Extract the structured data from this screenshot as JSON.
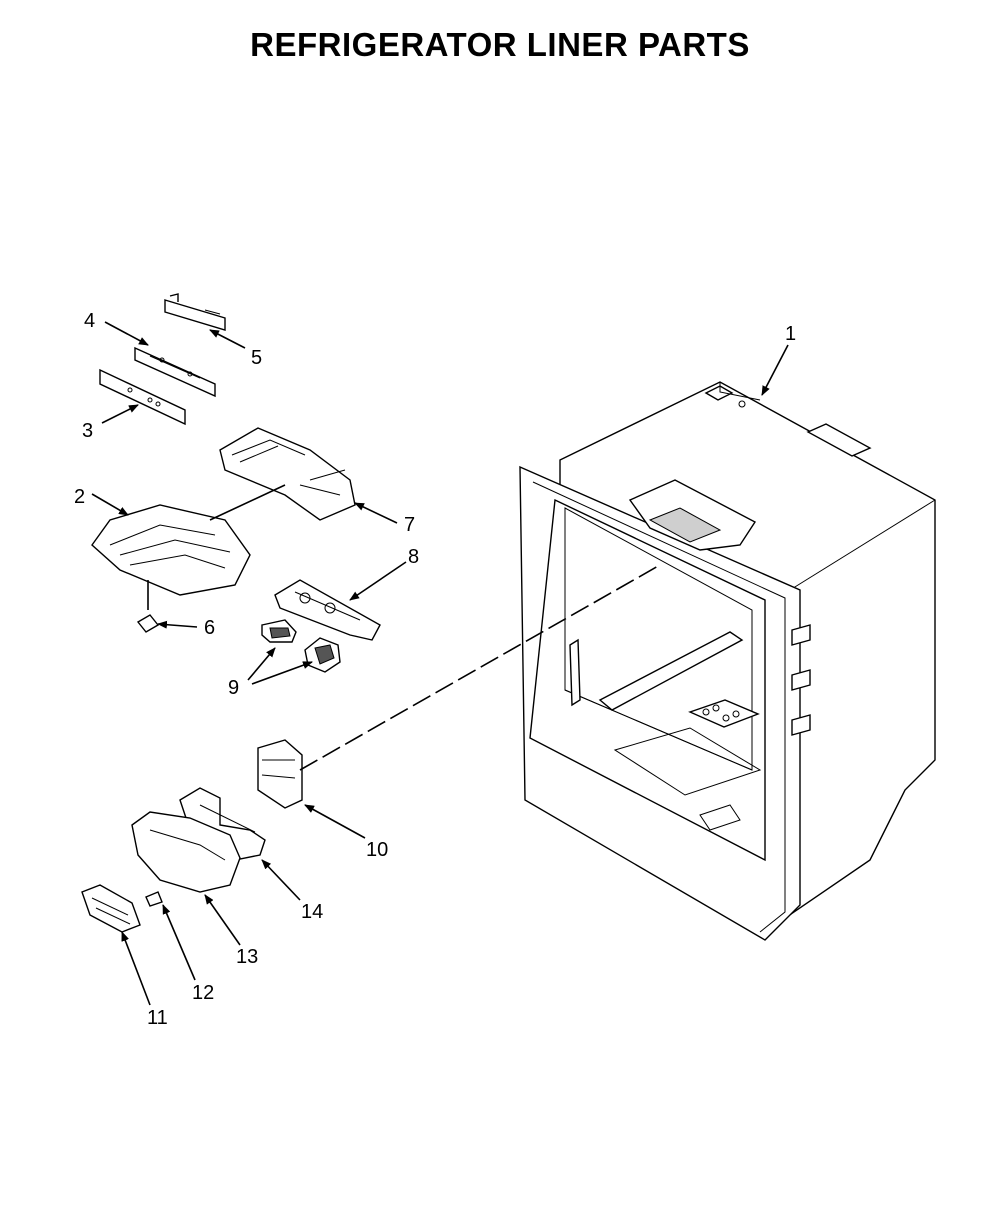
{
  "title": "REFRIGERATOR LINER PARTS",
  "callouts": {
    "c1": "1",
    "c2": "2",
    "c3": "3",
    "c4": "4",
    "c5": "5",
    "c6": "6",
    "c7": "7",
    "c8": "8",
    "c9": "9",
    "c10": "10",
    "c11": "11",
    "c12": "12",
    "c13": "13",
    "c14": "14"
  }
}
